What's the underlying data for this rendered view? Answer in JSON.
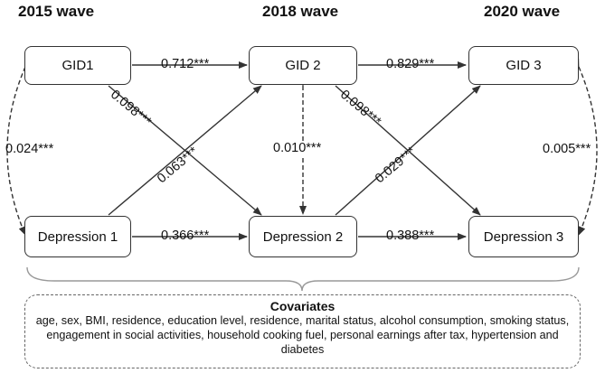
{
  "waves": [
    "2015 wave",
    "2018 wave",
    "2020 wave"
  ],
  "nodes": {
    "gid1": "GID1",
    "gid2": "GID 2",
    "gid3": "GID 3",
    "dep1": "Depression 1",
    "dep2": "Depression 2",
    "dep3": "Depression 3"
  },
  "coefficients": {
    "gid1_gid2": "0.712***",
    "gid2_gid3": "0.829***",
    "dep1_dep2": "0.366***",
    "dep2_dep3": "0.388***",
    "gid1_dep2": "0.098***",
    "gid2_dep3": "0.098***",
    "dep1_gid2": "0.063***",
    "dep2_gid3": "0.029***",
    "cov_2015": "0.024***",
    "cov_2018": "0.010***",
    "cov_2020": "0.005***"
  },
  "covariates": {
    "title": "Covariates",
    "text": "age, sex, BMI, residence, education level, residence, marital status, alcohol consumption, smoking status, engagement in social activities,  household cooking fuel, personal earnings after tax, hypertension and diabetes"
  }
}
